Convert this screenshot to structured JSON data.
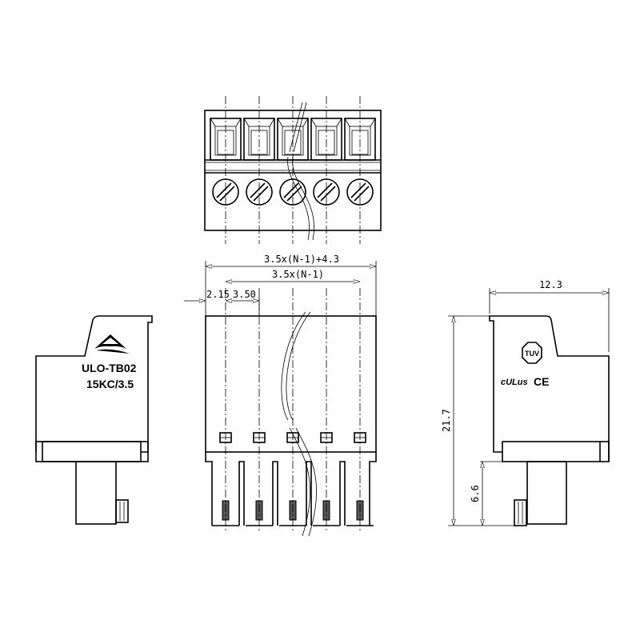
{
  "drawing": {
    "part_label_line1": "ULO-TB02",
    "part_label_line2": "15KC/3.5",
    "pin_count": 5,
    "dimensions": {
      "overall_width": "3.5x(N-1)+4.3",
      "pitch_span": "3.5x(N-1)",
      "edge_offset": "2.15",
      "pitch": "3.50",
      "depth": "12.3",
      "height": "21.7",
      "pin_height": "6.6"
    },
    "certifications": [
      "TUV",
      "cULus",
      "CE"
    ]
  }
}
